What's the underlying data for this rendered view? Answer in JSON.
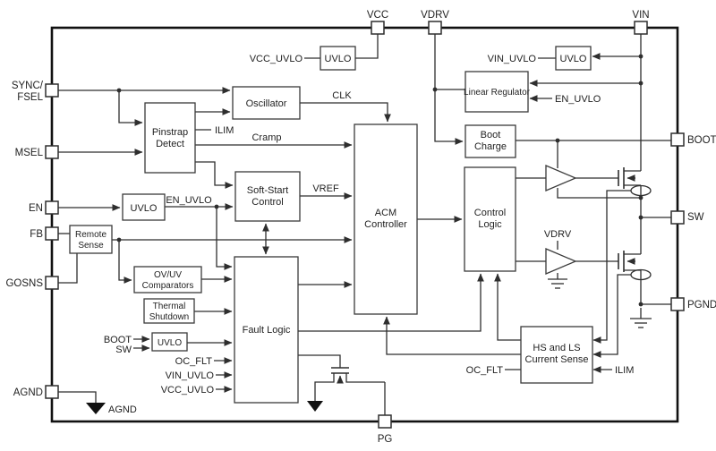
{
  "diagram": {
    "pins": {
      "vcc": "VCC",
      "vdrv": "VDRV",
      "vin": "VIN",
      "sync_l1": "SYNC/",
      "sync_l2": "FSEL",
      "msel": "MSEL",
      "en": "EN",
      "fb": "FB",
      "gosns": "GOSNS",
      "agnd": "AGND",
      "boot": "BOOT",
      "sw": "SW",
      "pgnd": "PGND",
      "pg": "PG"
    },
    "blocks": {
      "uvlo_vcc": "UVLO",
      "uvlo_vin": "UVLO",
      "linear_regulator": "Linear Regulator",
      "boot_charge_l1": "Boot",
      "boot_charge_l2": "Charge",
      "oscillator": "Oscillator",
      "pinstrap_l1": "Pinstrap",
      "pinstrap_l2": "Detect",
      "soft_start_l1": "Soft-Start",
      "soft_start_l2": "Control",
      "acm_l1": "ACM",
      "acm_l2": "Controller",
      "control_logic_l1": "Control",
      "control_logic_l2": "Logic",
      "uvlo_en": "UVLO",
      "remote_sense_l1": "Remote",
      "remote_sense_l2": "Sense",
      "ovuv_l1": "OV/UV",
      "ovuv_l2": "Comparators",
      "thermal_l1": "Thermal",
      "thermal_l2": "Shutdown",
      "uvlo_bootsw": "UVLO",
      "fault_logic": "Fault Logic",
      "current_sense_l1": "HS and LS",
      "current_sense_l2": "Current Sense"
    },
    "nets": {
      "vcc_uvlo": "VCC_UVLO",
      "vin_uvlo": "VIN_UVLO",
      "en_uvlo_reg": "EN_UVLO",
      "clk": "CLK",
      "cramp": "Cramp",
      "ilim_pinstrap": "ILIM",
      "en_uvlo": "EN_UVLO",
      "vref": "VREF",
      "boot_sense": "BOOT",
      "sw_sense": "SW",
      "oc_flt_fault": "OC_FLT",
      "vin_uvlo_fault": "VIN_UVLO",
      "vcc_uvlo_fault": "VCC_UVLO",
      "vdrv_driver": "VDRV",
      "oc_flt_cs": "OC_FLT",
      "ilim_cs": "ILIM",
      "agnd_net": "AGND"
    }
  }
}
